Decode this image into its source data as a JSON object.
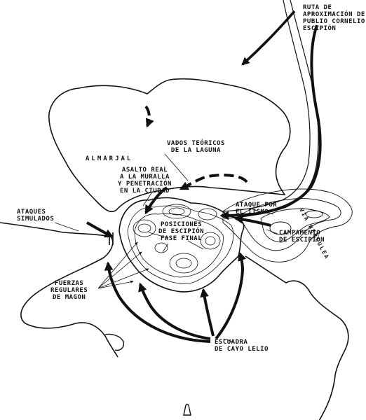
{
  "labels": {
    "ruta": "RUTA DE\nAPROXIMACIÓN DE\nPUBLIO CORNELIO\nESCIPIÓN",
    "via": "VIA  HERCULEA",
    "almarjal": "ALMARJAL",
    "vados": "VADOS TEÓRICOS\nDE LA LAGUNA",
    "asalto": "ASALTO REAL\nA LA MURALLA\nY PENETRACIÓN\nEN LA CIUDAD",
    "ataques_simulados": "ATAQUES\nSIMULADOS",
    "ataque_istmo": "ATAQUE POR\nEL ITSMO",
    "posiciones": "POSICIONES\nDE ESCIPIÓN\nFASE FINAL",
    "campamento": "CAMPAMENTO\nDE ESCIPIÓN",
    "fuerzas": "FUERZAS\nREGULARES\nDE MAGON",
    "escuadra": "ESCUADRA\nDE CAYO LELIO"
  },
  "colors": {
    "ink": "#111111",
    "background": "#ffffff"
  }
}
